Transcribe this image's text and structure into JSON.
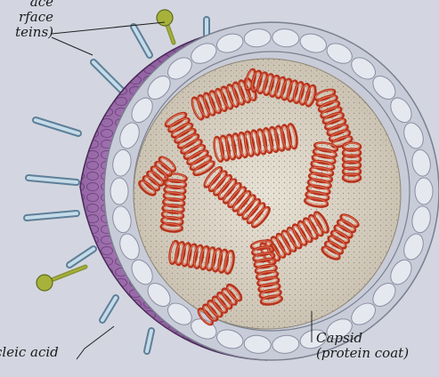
{
  "labels": {
    "surface_proteins": [
      "ace",
      "rface",
      "teins)"
    ],
    "nucleic_acid": "cleic acid",
    "capsid": [
      "Capsid",
      "(protein coat)"
    ]
  },
  "colors": {
    "background": "#d3d6e0",
    "envelope": "#7a4a8a",
    "capsid_units": "#e6e8f0",
    "core": "#d9d2c6",
    "nucleic_acid": "#b8321c",
    "spikes": "#8fb0c8",
    "spike_knobs": "#a6b23a"
  }
}
